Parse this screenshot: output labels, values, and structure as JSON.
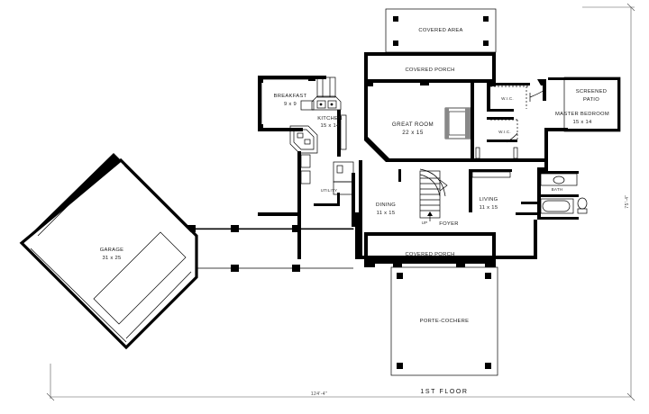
{
  "sheet": {
    "title": "1ST FLOOR",
    "overall_width_dim": "124'-4\"",
    "overall_depth_dim": "75'-4\"",
    "stair_direction": "UP"
  },
  "rooms": [
    {
      "key": "covered_area",
      "name": "COVERED AREA",
      "size": ""
    },
    {
      "key": "covered_porch_n",
      "name": "COVERED PORCH",
      "size": ""
    },
    {
      "key": "screened_patio",
      "name": "SCREENED",
      "size": "PATIO"
    },
    {
      "key": "breakfast",
      "name": "BREAKFAST",
      "size": "9 x 9"
    },
    {
      "key": "kitchen",
      "name": "KITCHEN",
      "size": "15 x 14"
    },
    {
      "key": "great_room",
      "name": "GREAT ROOM",
      "size": "22 x 15"
    },
    {
      "key": "wic_1",
      "name": "W.I.C.",
      "size": ""
    },
    {
      "key": "wic_2",
      "name": "W.I.C.",
      "size": ""
    },
    {
      "key": "master_bedroom",
      "name": "MASTER BEDROOM",
      "size": "15 x 14"
    },
    {
      "key": "bath",
      "name": "BATH",
      "size": ""
    },
    {
      "key": "utility",
      "name": "UTILITY",
      "size": ""
    },
    {
      "key": "dining",
      "name": "DINING",
      "size": "11 x 15"
    },
    {
      "key": "foyer",
      "name": "FOYER",
      "size": ""
    },
    {
      "key": "living",
      "name": "LIVING",
      "size": "11 x 15"
    },
    {
      "key": "garage",
      "name": "GARAGE",
      "size": "31 x 25"
    },
    {
      "key": "covered_porch_s",
      "name": "COVERED PORCH",
      "size": ""
    },
    {
      "key": "porte_cochere",
      "name": "PORTE-COCHERE",
      "size": ""
    }
  ],
  "colors": {
    "ink": "#000000",
    "paper": "#ffffff",
    "dimension_line": "#555555"
  }
}
